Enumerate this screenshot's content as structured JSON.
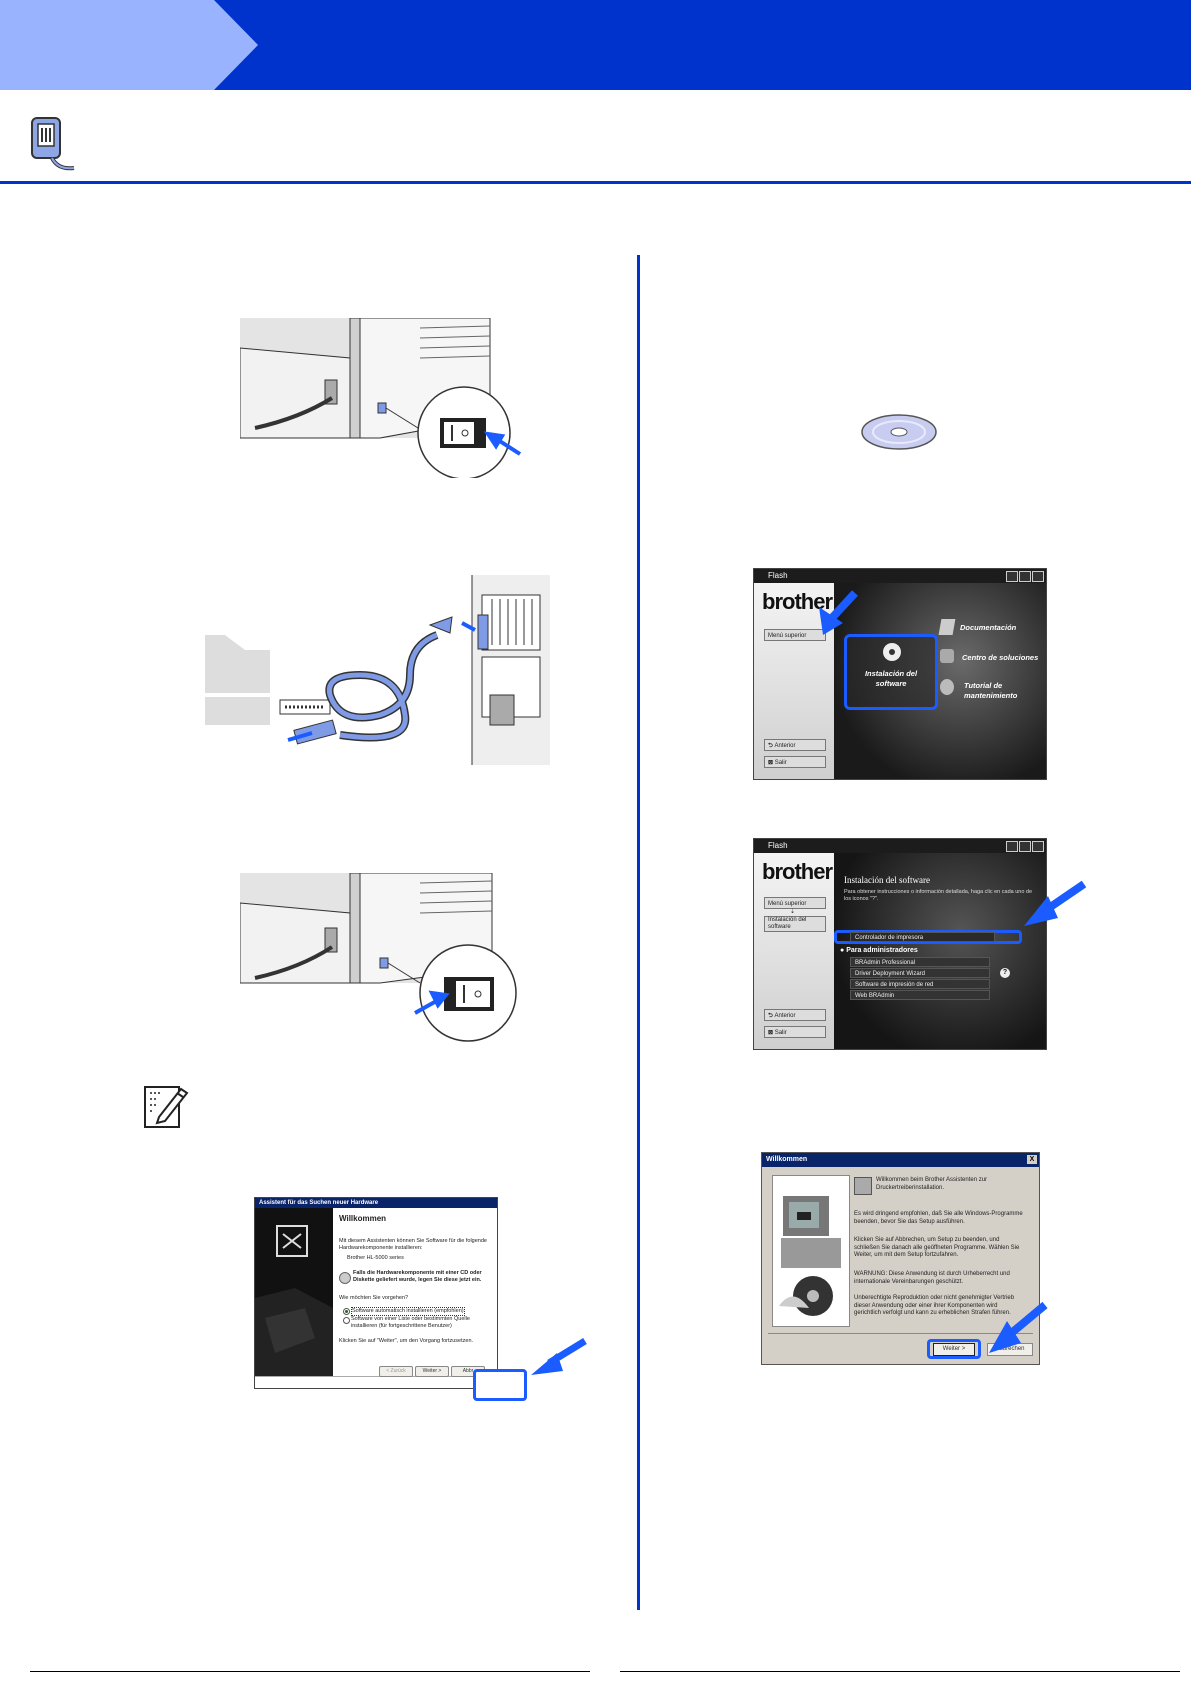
{
  "note_icon": "note-pencil-icon",
  "header_icon": "parallel-cable-plug-icon",
  "colors": {
    "brand_blue": "#0033cc",
    "tab_light_blue": "#99b3ff",
    "highlight_blue": "#1a5cff"
  },
  "flash_menu": {
    "title": "Flash",
    "logo": "brother",
    "sidebar_item": "Menú superior",
    "install_label_1": "Instalación del",
    "install_label_2": "software",
    "documentation": "Documentación",
    "solutions_1": "Centro de soluciones",
    "tutorial_1": "Tutorial de",
    "tutorial_2": "mantenimiento",
    "back_button": "Anterior",
    "exit_button": "Salir"
  },
  "flash_install": {
    "title": "Flash",
    "logo": "brother",
    "heading": "Instalación del software",
    "instruction": "Para obtener instrucciones o información detallada, haga clic en cada uno de los iconos \"?\".",
    "sidebar_item_1": "Menú superior",
    "sidebar_arrow": "⇣",
    "sidebar_item_2": "Instalación del software",
    "printer_driver": "Controlador de impresora",
    "admin_heading": "Para administradores",
    "admin_items": [
      "BRAdmin Professional",
      "Driver Deployment Wizard",
      "Software de impresión de red",
      "Web BRAdmin"
    ],
    "help_glyph": "?",
    "back_button": "Anterior",
    "exit_button": "Salir"
  },
  "found_hw_wizard": {
    "title": "Assistent für das Suchen neuer Hardware",
    "heading": "Willkommen",
    "intro": "Mit diesem Assistenten können Sie Software für die folgende Hardwarekomponente installieren:",
    "device": "Brother HL-5000 series",
    "cd_hint": "Falls die Hardwarekomponente mit einer CD oder Diskette geliefert wurde, legen Sie diese jetzt ein.",
    "question": "Wie möchten Sie vorgehen?",
    "option_auto": "Software automatisch installieren (empfohlen)",
    "option_list": "Software von einer Liste oder bestimmten Quelle installieren (für fortgeschrittene Benutzer)",
    "continue_hint": "Klicken Sie auf \"Weiter\", um den Vorgang fortzusetzen.",
    "back_button": "< Zurück",
    "next_button": "Weiter >",
    "cancel_button": "Abbr"
  },
  "willkommen_dialog": {
    "title": "Willkommen",
    "close_glyph": "X",
    "welcome": "Willkommen beim Brother Assistenten zur Druckertreiberinstallation.",
    "p1": "Es wird dringend empfohlen, daß Sie alle Windows-Programme beenden, bevor Sie das Setup ausführen.",
    "p2": "Klicken Sie auf Abbrechen, um Setup zu beenden, und schließen Sie danach alle geöffneten Programme. Wählen Sie Weiter, um mit dem Setup fortzufahren.",
    "p3": "WARNUNG: Diese Anwendung ist durch Urheberrecht und internationale Vereinbarungen geschützt.",
    "p4": "Unberechtigte Reproduktion oder nicht genehmigter Vertrieb dieser Anwendung oder einer ihrer Komponenten wird gerichtlich verfolgt und kann zu erheblichen Strafen führen.",
    "next_button": "Weiter >",
    "cancel_button": "Abbrechen"
  }
}
